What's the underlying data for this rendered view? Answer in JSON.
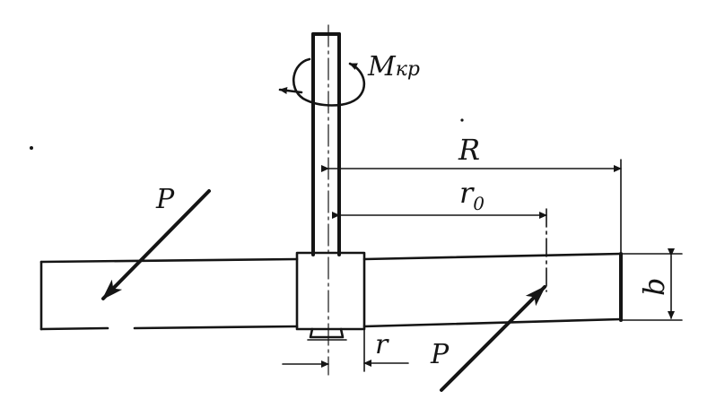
{
  "labels": {
    "moment": "M",
    "moment_sub": "кр",
    "radius_outer": "R",
    "radius_center": "r",
    "radius_center_sub": "0",
    "radius_hub": "r",
    "thickness": "b",
    "force_left": "P",
    "force_right": "P"
  },
  "colors": {
    "ink": "#151515",
    "background": "#ffffff"
  }
}
